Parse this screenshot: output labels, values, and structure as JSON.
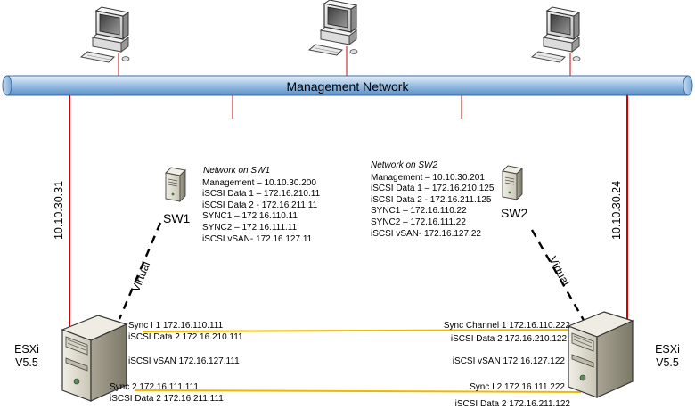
{
  "network": {
    "label": "Management Network"
  },
  "left_host": {
    "ip": "10.10.30.31",
    "label_line1": "ESXi",
    "label_line2": "V5.5",
    "sync1": "Sync I 1 172.16.110.111",
    "iscsi_data2": "iSCSI Data 2 172.16.210.111",
    "iscsi_vsan": "iSCSI vSAN 172.16.127.111",
    "sync2": "Sync 2 172.16.111.111",
    "iscsi_data2_b": "iSCSI Data 2 172.16.211.111"
  },
  "right_host": {
    "ip": "10.10.30.24",
    "label_line1": "ESXi",
    "label_line2": "V5.5",
    "sync1": "Sync Channel 1 172.16.110.222",
    "iscsi_data2": "iSCSI Data 2 172.16.210.122",
    "iscsi_vsan": "iSCSI vSAN 172.16.127.122",
    "sync2": "Sync I 2 172.16.111.222",
    "iscsi_data2_b": "iSCSI Data 2 172.16.211.122"
  },
  "sw1": {
    "label": "SW1",
    "heading": "Network on SW1",
    "lines": [
      "Management – 10.10.30.200",
      "iSCSI Data 1 – 172.16.210.11",
      "iSCSI Data 2 -  172.16.211.11",
      "SYNC1 – 172.16.110.11",
      "SYNC2 – 172.16.111.11",
      "iSCSI vSAN- 172.16.127.11"
    ],
    "virtual_label": "Virtual"
  },
  "sw2": {
    "label": "SW2",
    "heading": "Network on SW2",
    "lines": [
      "Management – 10.10.30.201",
      "iSCSI Data 1 – 172.16.210.125",
      "iSCSI Data 2 -  172.16.211.125",
      "SYNC1 – 172.16.110.22",
      "SYNC2 – 172.16.111.22",
      "iSCSI vSAN- 172.16.127.22"
    ],
    "virtual_label": "Virtual"
  },
  "colors": {
    "network_bar": "#8fb8e0",
    "mgmt_link": "#cc0000",
    "sync_link": "#f0b800",
    "server_body": "#d9d6c9"
  },
  "icons": [
    "workstation-icon",
    "server-icon"
  ]
}
